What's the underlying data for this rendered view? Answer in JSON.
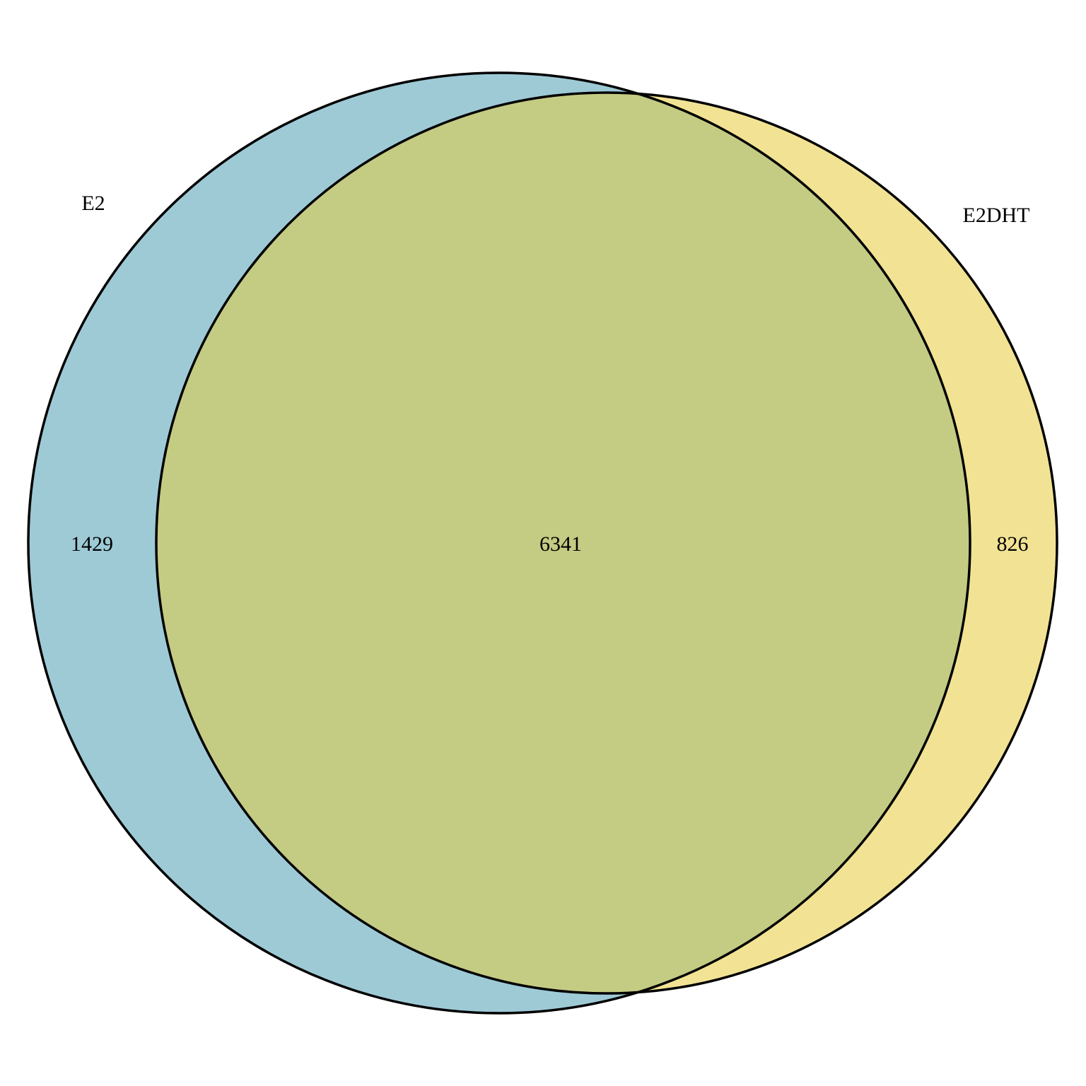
{
  "sets": [
    {
      "id": "e2",
      "label": "E2",
      "only_count": "1429",
      "color": "#9ECAD6"
    },
    {
      "id": "e2dht",
      "label": "E2DHT",
      "only_count": "826",
      "color": "#F2E394"
    }
  ],
  "intersection": {
    "count": "6341",
    "color": "#C4CB83"
  },
  "outline_color": "#000000",
  "background_color": "#FFFFFF"
}
